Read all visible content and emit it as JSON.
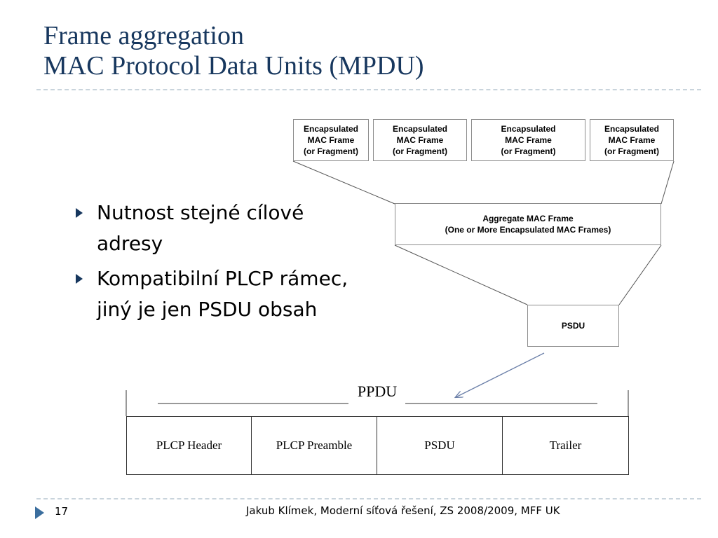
{
  "slide": {
    "title_line1": "Frame aggregation",
    "title_line2": "MAC Protocol Data Units (MPDU)",
    "bullets": [
      "Nutnost stejné cílové adresy",
      "Kompatibilní PLCP rámec, jiný je jen PSDU obsah"
    ]
  },
  "diagram": {
    "encapsulated_frames": [
      "Encapsulated\nMAC Frame\n(or Fragment)",
      "Encapsulated\nMAC Frame\n(or Fragment)",
      "Encapsulated\nMAC Frame\n(or Fragment)",
      "Encapsulated\nMAC Frame\n(or Fragment)"
    ],
    "aggregate_frame": "Aggregate MAC Frame\n(One or More Encapsulated MAC Frames)",
    "psdu_box": "PSDU",
    "ppdu_label": "PPDU",
    "ppdu_fields": [
      "PLCP Header",
      "PLCP Preamble",
      "PSDU",
      "Trailer"
    ]
  },
  "footer": {
    "page_number": "17",
    "text": "Jakub Klímek, Moderní síťová řešení, ZS 2008/2009, MFF UK"
  },
  "colors": {
    "title": "#17375e",
    "bullet": "#17375e",
    "arrow": "#6b7fa8",
    "divider": "#c9d4dc"
  }
}
